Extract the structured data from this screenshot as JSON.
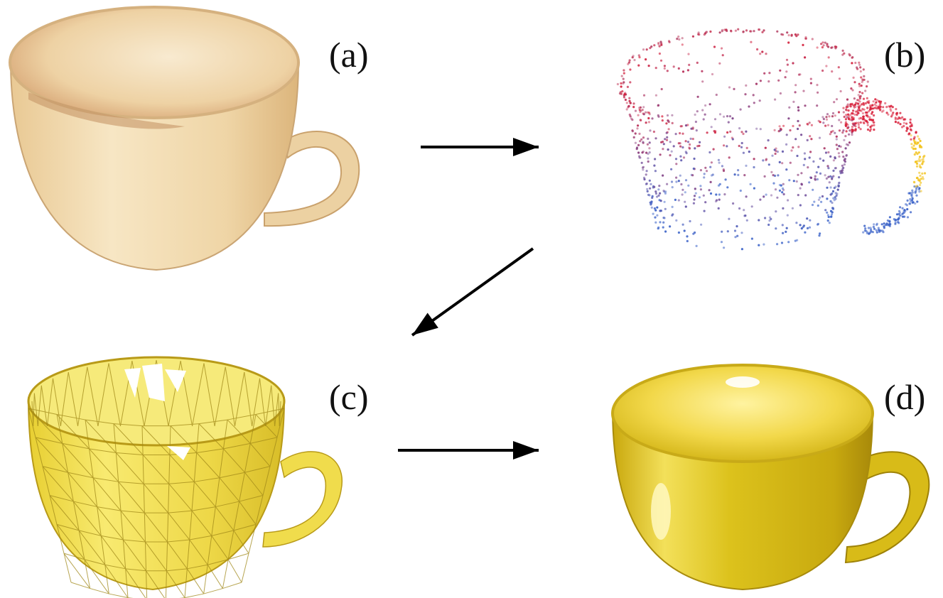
{
  "panels": [
    {
      "id": "a",
      "label": "(a)",
      "style": "solid-cream"
    },
    {
      "id": "b",
      "label": "(b)",
      "style": "point-cloud"
    },
    {
      "id": "c",
      "label": "(c)",
      "style": "triangle-mesh"
    },
    {
      "id": "d",
      "label": "(d)",
      "style": "smooth-yellow"
    }
  ],
  "arrows": [
    {
      "from": "a",
      "to": "b"
    },
    {
      "from": "b",
      "to": "c"
    },
    {
      "from": "c",
      "to": "d"
    }
  ],
  "colors": {
    "cream": "#f1d9ae",
    "mesh_yellow": "#f2df4a",
    "smooth_yellow": "#e8cc1c",
    "point_red": "#d8203a",
    "point_blue": "#3a62c8",
    "point_yellow": "#f2c21a",
    "arrow": "#000000"
  }
}
